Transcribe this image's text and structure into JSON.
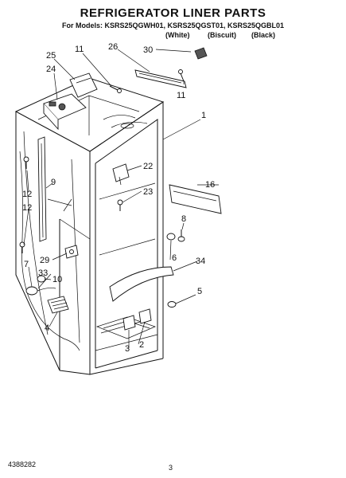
{
  "header": {
    "title": "REFRIGERATOR LINER PARTS",
    "models_line": "For Models: KSRS25QGWH01, KSRS25QGST01, KSRS25QGBL01",
    "colors": [
      "(White)",
      "(Biscuit)",
      "(Black)"
    ]
  },
  "callouts": [
    "30",
    "26",
    "11",
    "25",
    "24",
    "11",
    "1",
    "22",
    "16",
    "23",
    "9",
    "12",
    "12",
    "8",
    "29",
    "6",
    "34",
    "7",
    "33",
    "10",
    "5",
    "4",
    "2",
    "3"
  ],
  "footer": {
    "doc_number": "4388282",
    "page_number": "3"
  }
}
